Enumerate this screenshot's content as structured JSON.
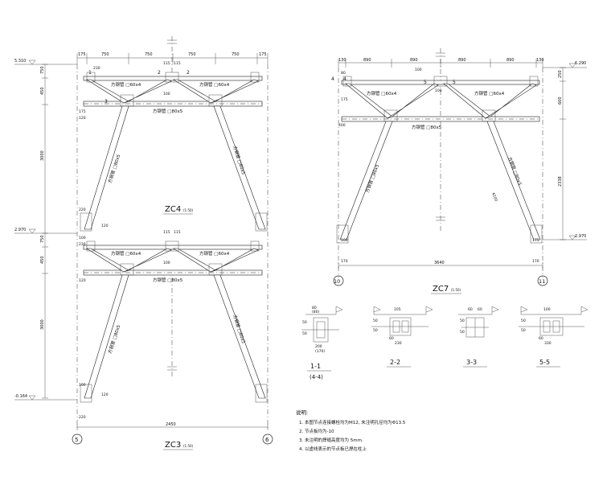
{
  "zc4": {
    "top_dims": [
      "175",
      "750",
      "750",
      "750",
      "750",
      "175"
    ],
    "left_dims": [
      "750",
      "450",
      "3000"
    ],
    "elev_top": "5.310",
    "elev_mid": "2.970",
    "label_pipe_upper": "方钢管 □60x4",
    "label_pipe_upper2": "方钢管 □60x4",
    "label_pipe_lower": "方钢管 □80x5",
    "label_diag_left": "方钢管 □80x5",
    "label_diag_right": "方钢管 □80x5",
    "title": "ZC4",
    "scale": "(1:50)",
    "node_1": "1",
    "node_2a": "2",
    "node_2b": "2",
    "node_3": "3",
    "dims_small": [
      "230",
      "115",
      "115",
      "100",
      "175",
      "120",
      "220",
      "120",
      "100",
      "230"
    ]
  },
  "zc3": {
    "left_dims": [
      "750",
      "450",
      "3000"
    ],
    "elev_bottom": "-0.164",
    "label_pipe_upper": "方钢管 □60x4",
    "label_pipe_upper2": "方钢管 □60x4",
    "label_pipe_lower": "方钢管 □80x5",
    "label_diag_left": "方钢管 □80x5",
    "label_diag_right": "方钢管 □80x5",
    "span": "2450",
    "axis_left": "5",
    "axis_right": "6",
    "title": "ZC3",
    "scale": "(1:50)",
    "dims_small": [
      "115",
      "115",
      "100",
      "120",
      "100",
      "120",
      "220"
    ]
  },
  "zc7": {
    "top_dims": [
      "130",
      "890",
      "890",
      "130"
    ],
    "left_dims": [
      "250",
      "600",
      "2338"
    ],
    "elev_top": "6.290",
    "elev_bottom": "2.970",
    "label_pipe_upper": "方钢管 □60x4",
    "label_pipe_upper2": "方钢管 □60x4",
    "label_pipe_lower": "方钢管 □80x5",
    "label_diag_left": "方钢管 □80x5",
    "label_diag_right": "方钢管 □80x5",
    "node_4a": "4",
    "node_4b": "4",
    "node_5a": "5",
    "node_5b": "5",
    "span": "3640",
    "axis_left": "10",
    "axis_right": "11",
    "title": "ZC7",
    "scale": "(1:50)",
    "dims_small": [
      "80",
      "100",
      "175",
      "400",
      "100",
      "4200",
      "170",
      "100",
      "175",
      "170"
    ]
  },
  "details": [
    {
      "label": "1-1",
      "sub": "(4-4)",
      "dims": [
        "80",
        "(80)",
        "200",
        "(170)",
        "50",
        "50"
      ]
    },
    {
      "label": "2-2",
      "sub": "",
      "dims": [
        "105",
        "230",
        "50",
        "50",
        "60"
      ]
    },
    {
      "label": "3-3",
      "sub": "",
      "dims": [
        "60",
        "60",
        "50",
        "50"
      ]
    },
    {
      "label": "5-5",
      "sub": "",
      "dims": [
        "100",
        "330",
        "50",
        "50",
        "60"
      ]
    }
  ],
  "notes": {
    "heading": "说明:",
    "items": [
      "1. 本图节点连接螺栓均为M12, 未注明孔径均为Φ13.5",
      "2. 节点板均为-10",
      "3. 未注明的焊缝高度均为 5mm.",
      "4. 以虚线表示的节点板已焊在柱上"
    ]
  }
}
